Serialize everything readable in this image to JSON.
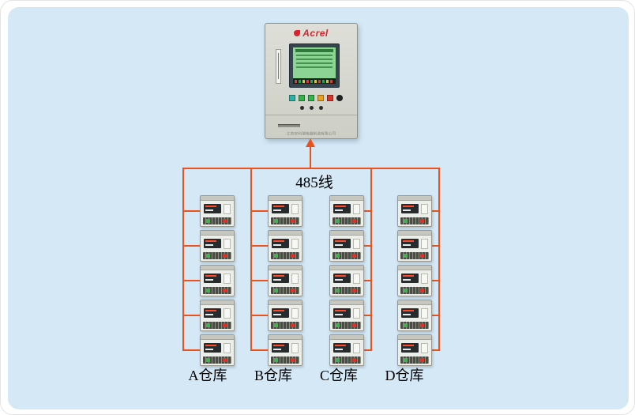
{
  "bus_label": "485线",
  "cabinet": {
    "brand": "Acrel",
    "footer_text": "江苏安科瑞电器制造有限公司",
    "button_colors": [
      "#2bb1a5",
      "#35b14b",
      "#35b14b",
      "#e8a020",
      "#d8352a",
      "#222222"
    ]
  },
  "colors": {
    "wire": "#e9521d",
    "panel_bg": "#d4e8f6",
    "brand_red": "#d9262c",
    "lcd_green": "#8bd493"
  },
  "warehouses": [
    {
      "id": "A",
      "label": "A仓库",
      "device_count": 5
    },
    {
      "id": "B",
      "label": "B仓库",
      "device_count": 5
    },
    {
      "id": "C",
      "label": "C仓库",
      "device_count": 5
    },
    {
      "id": "D",
      "label": "D仓库",
      "device_count": 5
    }
  ]
}
